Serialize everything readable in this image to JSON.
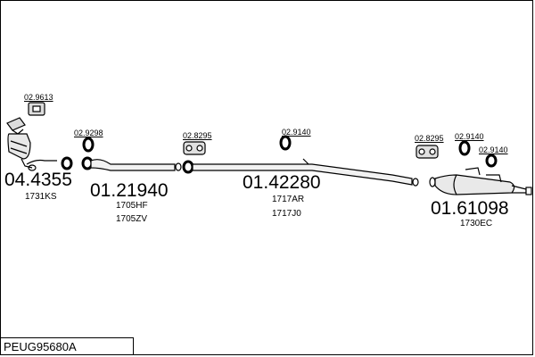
{
  "diagram": {
    "vehicle_code": "PEUG95680A",
    "parts": [
      {
        "number": "04.4355",
        "refs": [
          "1731KS"
        ]
      },
      {
        "number": "01.21940",
        "refs": [
          "1705HF",
          "1705ZV"
        ]
      },
      {
        "number": "01.42280",
        "refs": [
          "1717AR",
          "1717J0"
        ]
      },
      {
        "number": "01.61098",
        "refs": [
          "1730EC"
        ]
      }
    ],
    "accessories": [
      "02.9613",
      "02.9298",
      "02.8295",
      "02.9140",
      "02.8295",
      "02.9140",
      "02.9140"
    ]
  }
}
